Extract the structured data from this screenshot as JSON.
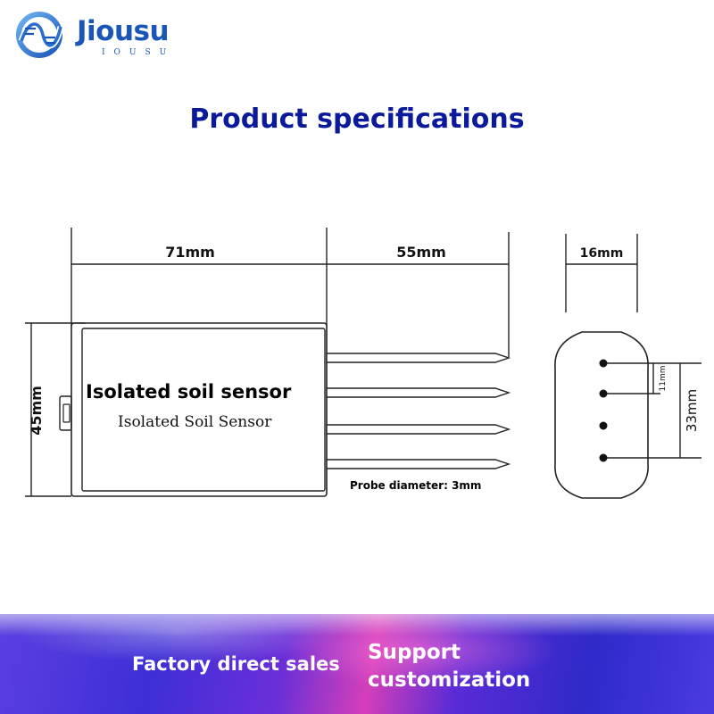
{
  "brand": {
    "name": "Jiousu",
    "subname": "IOUSU",
    "color": "#1a55b8",
    "icon": "jiousu-logo-mark"
  },
  "heading": "Product specifications",
  "heading_color": "#0b1a9a",
  "drawing": {
    "body_length": "71mm",
    "probe_length": "55mm",
    "body_height": "45mm",
    "side_width": "16mm",
    "probe_pitch": "11mm",
    "probe_span": "33mm",
    "probe_count": 4,
    "product_label": "Isolated soil sensor",
    "product_label_sub": "Isolated Soil Sensor",
    "probe_note": "Probe diameter: 3mm"
  },
  "banner": {
    "left_text": "Factory direct sales",
    "right_line1": "Support",
    "right_line2": "customization"
  }
}
